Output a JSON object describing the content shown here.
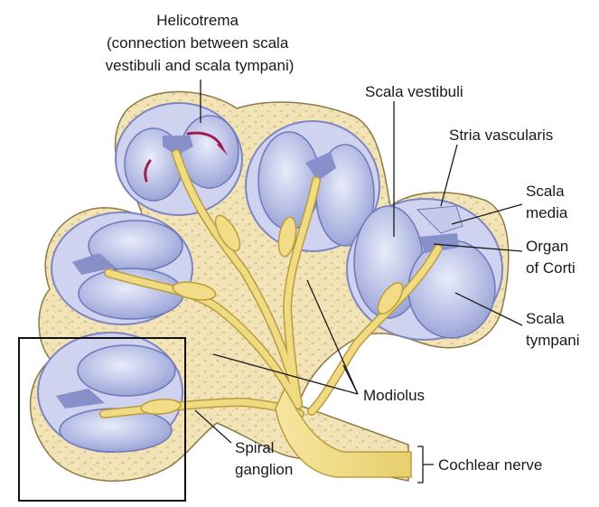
{
  "labels": {
    "helicotrema": [
      "Helicotrema",
      "(connection between scala",
      "vestibuli and scala tympani)"
    ],
    "scala_vestibuli": "Scala vestibuli",
    "stria_vascularis": "Stria vascularis",
    "scala_media": [
      "Scala",
      "media"
    ],
    "organ_of_corti": [
      "Organ",
      "of Corti"
    ],
    "scala_tympani": [
      "Scala",
      "tympani"
    ],
    "modiolus": "Modiolus",
    "spiral_ganglion": [
      "Spiral",
      "ganglion"
    ],
    "cochlear_nerve": "Cochlear nerve"
  },
  "colors": {
    "bone": "#f3e4b8",
    "bone_pores": "#d9c592",
    "duct_fill": "#a9b1de",
    "duct_rim": "#7e86c2",
    "nerve": "#f0da82",
    "nerve_outline": "#b99d3e",
    "arrow": "#a01d4f"
  }
}
